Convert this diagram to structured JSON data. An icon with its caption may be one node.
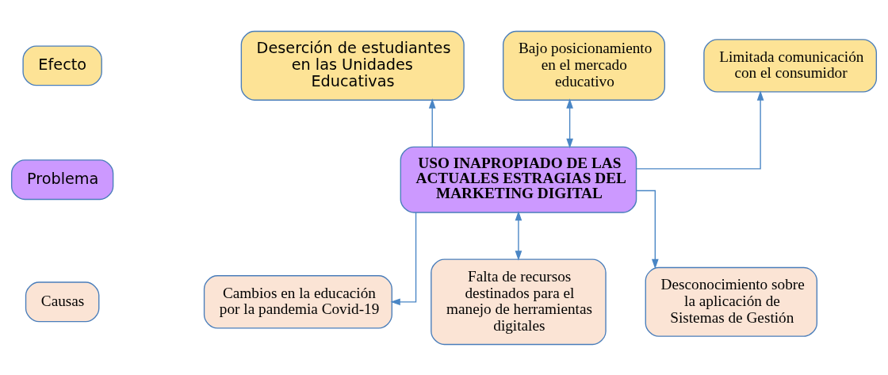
{
  "diagram": {
    "nodes": [
      {
        "text": [
          "Efecto"
        ]
      },
      {
        "text": [
          "Deserción de estudiantes en las Unidades Educativas"
        ]
      },
      {
        "text": [
          "Bajo posicionamiento en el mercado educativo"
        ]
      },
      {
        "text": [
          "Limitada comunicación con el consumidor"
        ]
      },
      {
        "text": [
          "Problema"
        ]
      },
      {
        "text": [
          "USO INAPROPIADO DE LAS ACTUALES ESTRAGIAS DEL MARKETING DIGITAL"
        ]
      },
      {
        "text": [
          "Causas"
        ]
      },
      {
        "text": [
          "Cambios en la educación por la pandemia Covid-19"
        ]
      },
      {
        "text": [
          "Falta de recursos destinados para el manejo de herramientas digitales"
        ]
      },
      {
        "text": [
          "Desconocimiento sobre la aplicación de Sistemas de Gestión"
        ]
      }
    ],
    "edges": [
      {
        "from": 5,
        "to": 1,
        "arrow": "to"
      },
      {
        "from": 5,
        "to": 2,
        "arrow": "both"
      },
      {
        "from": 5,
        "to": 3,
        "arrow": "to"
      },
      {
        "from": 5,
        "to": 7,
        "arrow": "to"
      },
      {
        "from": 5,
        "to": 8,
        "arrow": "both"
      },
      {
        "from": 5,
        "to": 9,
        "arrow": "to"
      }
    ]
  }
}
